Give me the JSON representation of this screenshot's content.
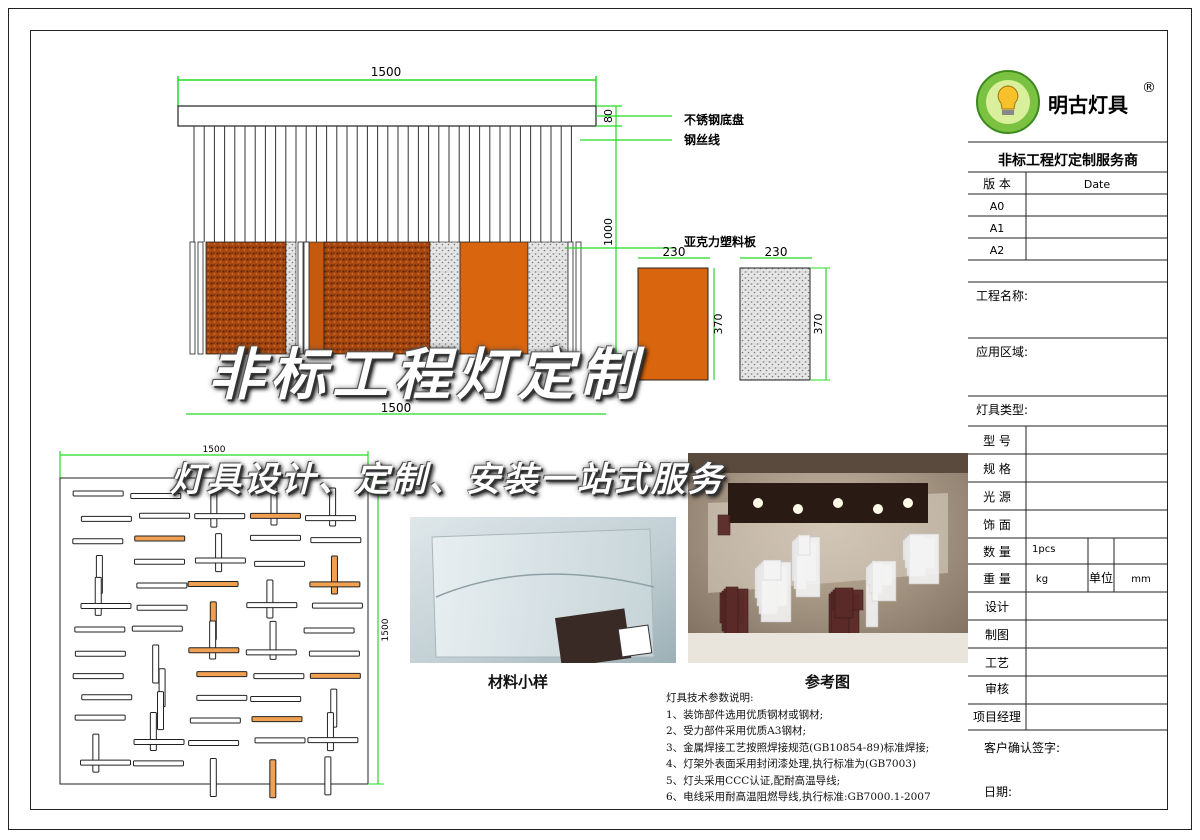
{
  "drawing": {
    "top_width_label": "1500",
    "bottom_width_label": "1500",
    "base_height_label": "80",
    "height_label": "1000",
    "callout_base": "不锈钢底盘",
    "callout_wire": "钢丝线",
    "callout_acrylic": "亚克力塑料板",
    "panel_width_label_1": "230",
    "panel_height_label_1": "370",
    "panel_width_label_2": "230",
    "panel_height_label_2": "370",
    "plan_width_label": "1500",
    "plan_height_label": "1500"
  },
  "watermark": {
    "line1": "非标工程灯定制",
    "line2": "灯具设计、定制、安装一站式服务"
  },
  "captions": {
    "sample": "材料小样",
    "reference": "参考图"
  },
  "tech_notes": {
    "title": "灯具技术参数说明:",
    "items": [
      "1、装饰部件选用优质钢材或钢材;",
      "2、受力部件采用优质A3钢材;",
      "3、金属焊接工艺按照焊接规范(GB10854-89)标准焊接;",
      "4、灯架外表面采用封闭漆处理,执行标准为(GB7003)",
      "5、灯头采用CCC认证,配耐高温导线;",
      "6、电线采用耐高温阻燃导线,执行标准:GB7000.1-2007"
    ]
  },
  "title_block": {
    "brand": "明古灯具",
    "registered": "®",
    "slogan": "非标工程灯定制服务商",
    "version_label": "版 本",
    "date_label": "Date",
    "versions": [
      "A0",
      "A1",
      "A2"
    ],
    "project_name": "工程名称:",
    "area": "应用区域:",
    "lamp_type": "灯具类型:",
    "model": "型 号",
    "spec": "规 格",
    "light_source": "光 源",
    "finish": "饰 面",
    "qty_label": "数 量",
    "qty_value": "1pcs",
    "weight_label": "重 量",
    "weight_unit": "kg",
    "unit_label": "单位",
    "unit_value": "mm",
    "design": "设计",
    "drafting": "制图",
    "process": "工艺",
    "review": "审核",
    "pm": "项目经理",
    "customer_sign": "客户确认签字:",
    "date": "日期:"
  },
  "colors": {
    "dimension_green": "#22dd22",
    "orange_panel": "#d9650f",
    "dark_panel": "#8a3a10",
    "plan_orange": "#f0a050"
  }
}
